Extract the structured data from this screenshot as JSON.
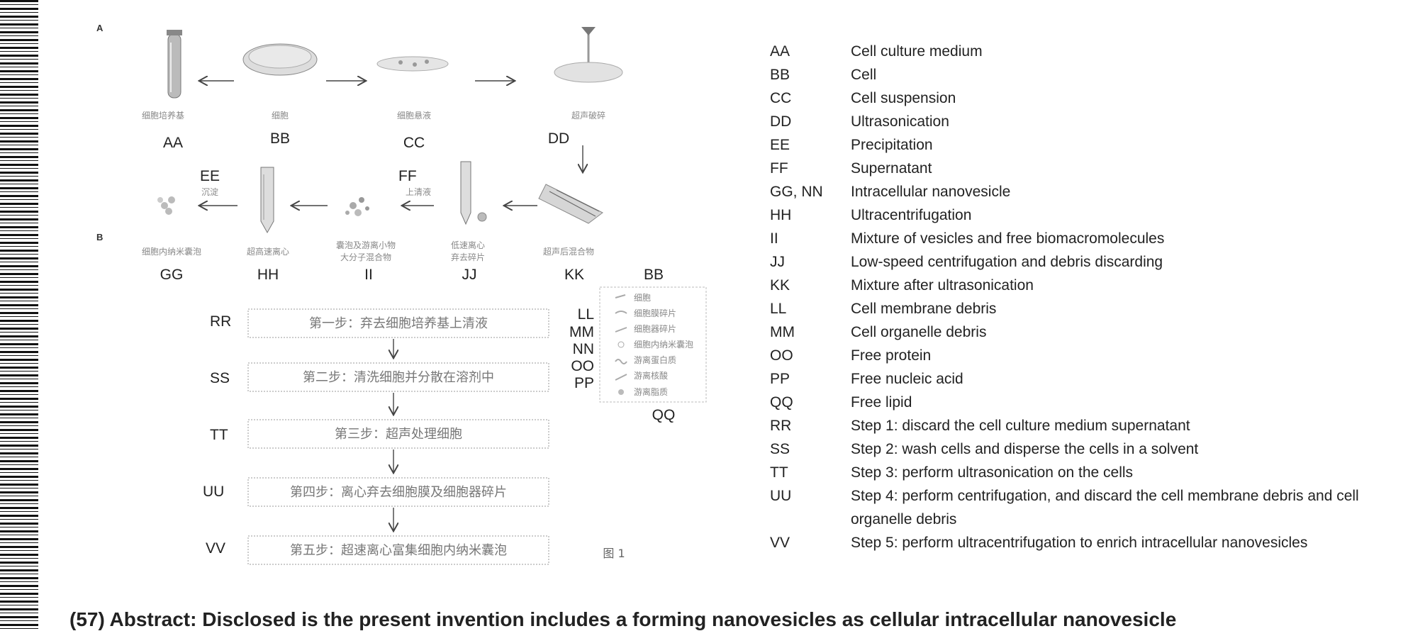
{
  "panels": {
    "a": "A",
    "b": "B"
  },
  "nodes": [
    {
      "code": "AA",
      "zh": "细胞培养基"
    },
    {
      "code": "BB",
      "zh": "细胞"
    },
    {
      "code": "CC",
      "zh": "细胞悬液"
    },
    {
      "code": "DD",
      "zh": "超声破碎"
    },
    {
      "code": "KK",
      "zh": "超声后混合物"
    },
    {
      "code": "JJ",
      "zh_line1": "低速离心",
      "zh_line2": "弃去碎片"
    },
    {
      "code": "II",
      "zh_line1": "囊泡及游离小物",
      "zh_line2": "大分子混合物"
    },
    {
      "code": "HH",
      "zh": "超高速离心"
    },
    {
      "code": "GG",
      "zh": "细胞内纳米囊泡"
    }
  ],
  "arrow_labels": {
    "ee": "EE",
    "ee_zh": "沉淀",
    "ff": "FF",
    "ff_zh": "上清液"
  },
  "inset": {
    "title": "BB",
    "footer": "QQ",
    "items": [
      {
        "code": "LL",
        "zh": "细胞"
      },
      {
        "code": "MM",
        "zh": "细胞膜碎片"
      },
      {
        "code": "NN",
        "zh": "细胞器碎片"
      },
      {
        "code": "OO",
        "zh": "细胞内纳米囊泡"
      },
      {
        "code": "PP",
        "zh": "游离蛋白质"
      },
      {
        "code": "",
        "zh": "游离核酸"
      },
      {
        "code": "",
        "zh": "游离脂质"
      }
    ]
  },
  "steps": [
    {
      "code": "RR",
      "zh": "第一步：弃去细胞培养基上清液"
    },
    {
      "code": "SS",
      "zh": "第二步：清洗细胞并分散在溶剂中"
    },
    {
      "code": "TT",
      "zh": "第三步：超声处理细胞"
    },
    {
      "code": "UU",
      "zh": "第四步：离心弃去细胞膜及细胞器碎片"
    },
    {
      "code": "VV",
      "zh": "第五步：超速离心富集细胞内纳米囊泡"
    }
  ],
  "figure_label": "图 1",
  "legend": [
    {
      "code": "AA",
      "desc": "Cell culture medium"
    },
    {
      "code": "BB",
      "desc": "Cell"
    },
    {
      "code": "CC",
      "desc": "Cell suspension"
    },
    {
      "code": "DD",
      "desc": "Ultrasonication"
    },
    {
      "code": "EE",
      "desc": "Precipitation"
    },
    {
      "code": "FF",
      "desc": "Supernatant"
    },
    {
      "code": "GG, NN",
      "desc": "Intracellular nanovesicle"
    },
    {
      "code": "HH",
      "desc": "Ultracentrifugation"
    },
    {
      "code": "II",
      "desc": "Mixture of vesicles and free biomacromolecules"
    },
    {
      "code": "JJ",
      "desc": "Low-speed centrifugation and debris discarding"
    },
    {
      "code": "KK",
      "desc": "Mixture after ultrasonication"
    },
    {
      "code": "LL",
      "desc": "Cell membrane debris"
    },
    {
      "code": "MM",
      "desc": "Cell organelle debris"
    },
    {
      "code": "OO",
      "desc": "Free protein"
    },
    {
      "code": "PP",
      "desc": "Free nucleic acid"
    },
    {
      "code": "QQ",
      "desc": "Free lipid"
    },
    {
      "code": "RR",
      "desc": "Step 1: discard the cell culture medium supernatant"
    },
    {
      "code": "SS",
      "desc": "Step 2: wash cells and disperse the cells in a solvent"
    },
    {
      "code": "TT",
      "desc": "Step 3: perform ultrasonication on the cells"
    },
    {
      "code": "UU",
      "desc": "Step 4: perform centrifugation, and discard the cell membrane debris and cell organelle debris"
    },
    {
      "code": "VV",
      "desc": "Step 5: perform ultracentrifugation to enrich intracellular nanovesicles"
    }
  ],
  "abstract_start": "(57) Abstract: Disclosed is the present invention includes a forming nanovesicles as cellular intracellular nanovesicle"
}
